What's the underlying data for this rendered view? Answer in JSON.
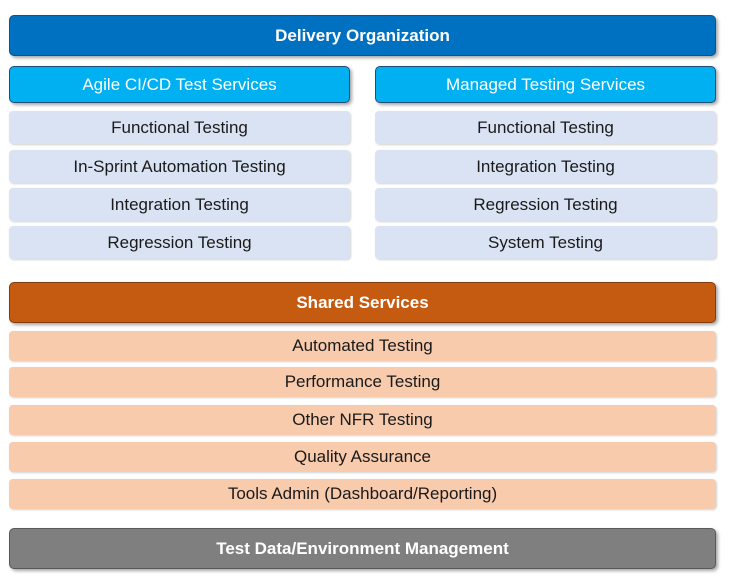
{
  "delivery": {
    "title": "Delivery Organization"
  },
  "agile": {
    "title": "Agile CI/CD Test Services",
    "items": [
      "Functional Testing",
      "In-Sprint Automation Testing",
      "Integration Testing",
      "Regression Testing"
    ]
  },
  "managed": {
    "title": "Managed Testing Services",
    "items": [
      "Functional Testing",
      "Integration Testing",
      "Regression Testing",
      "System Testing"
    ]
  },
  "shared": {
    "title": "Shared Services",
    "items": [
      "Automated Testing",
      "Performance Testing",
      "Other NFR Testing",
      "Quality Assurance",
      "Tools Admin (Dashboard/Reporting)"
    ]
  },
  "tdm": {
    "title": "Test Data/Environment Management"
  },
  "colors": {
    "delivery": "#0070c0",
    "column_header": "#00b0f0",
    "column_item": "#dae3f3",
    "shared_header": "#c55a11",
    "shared_item": "#f8cbad",
    "tdm": "#7f7f7f"
  }
}
